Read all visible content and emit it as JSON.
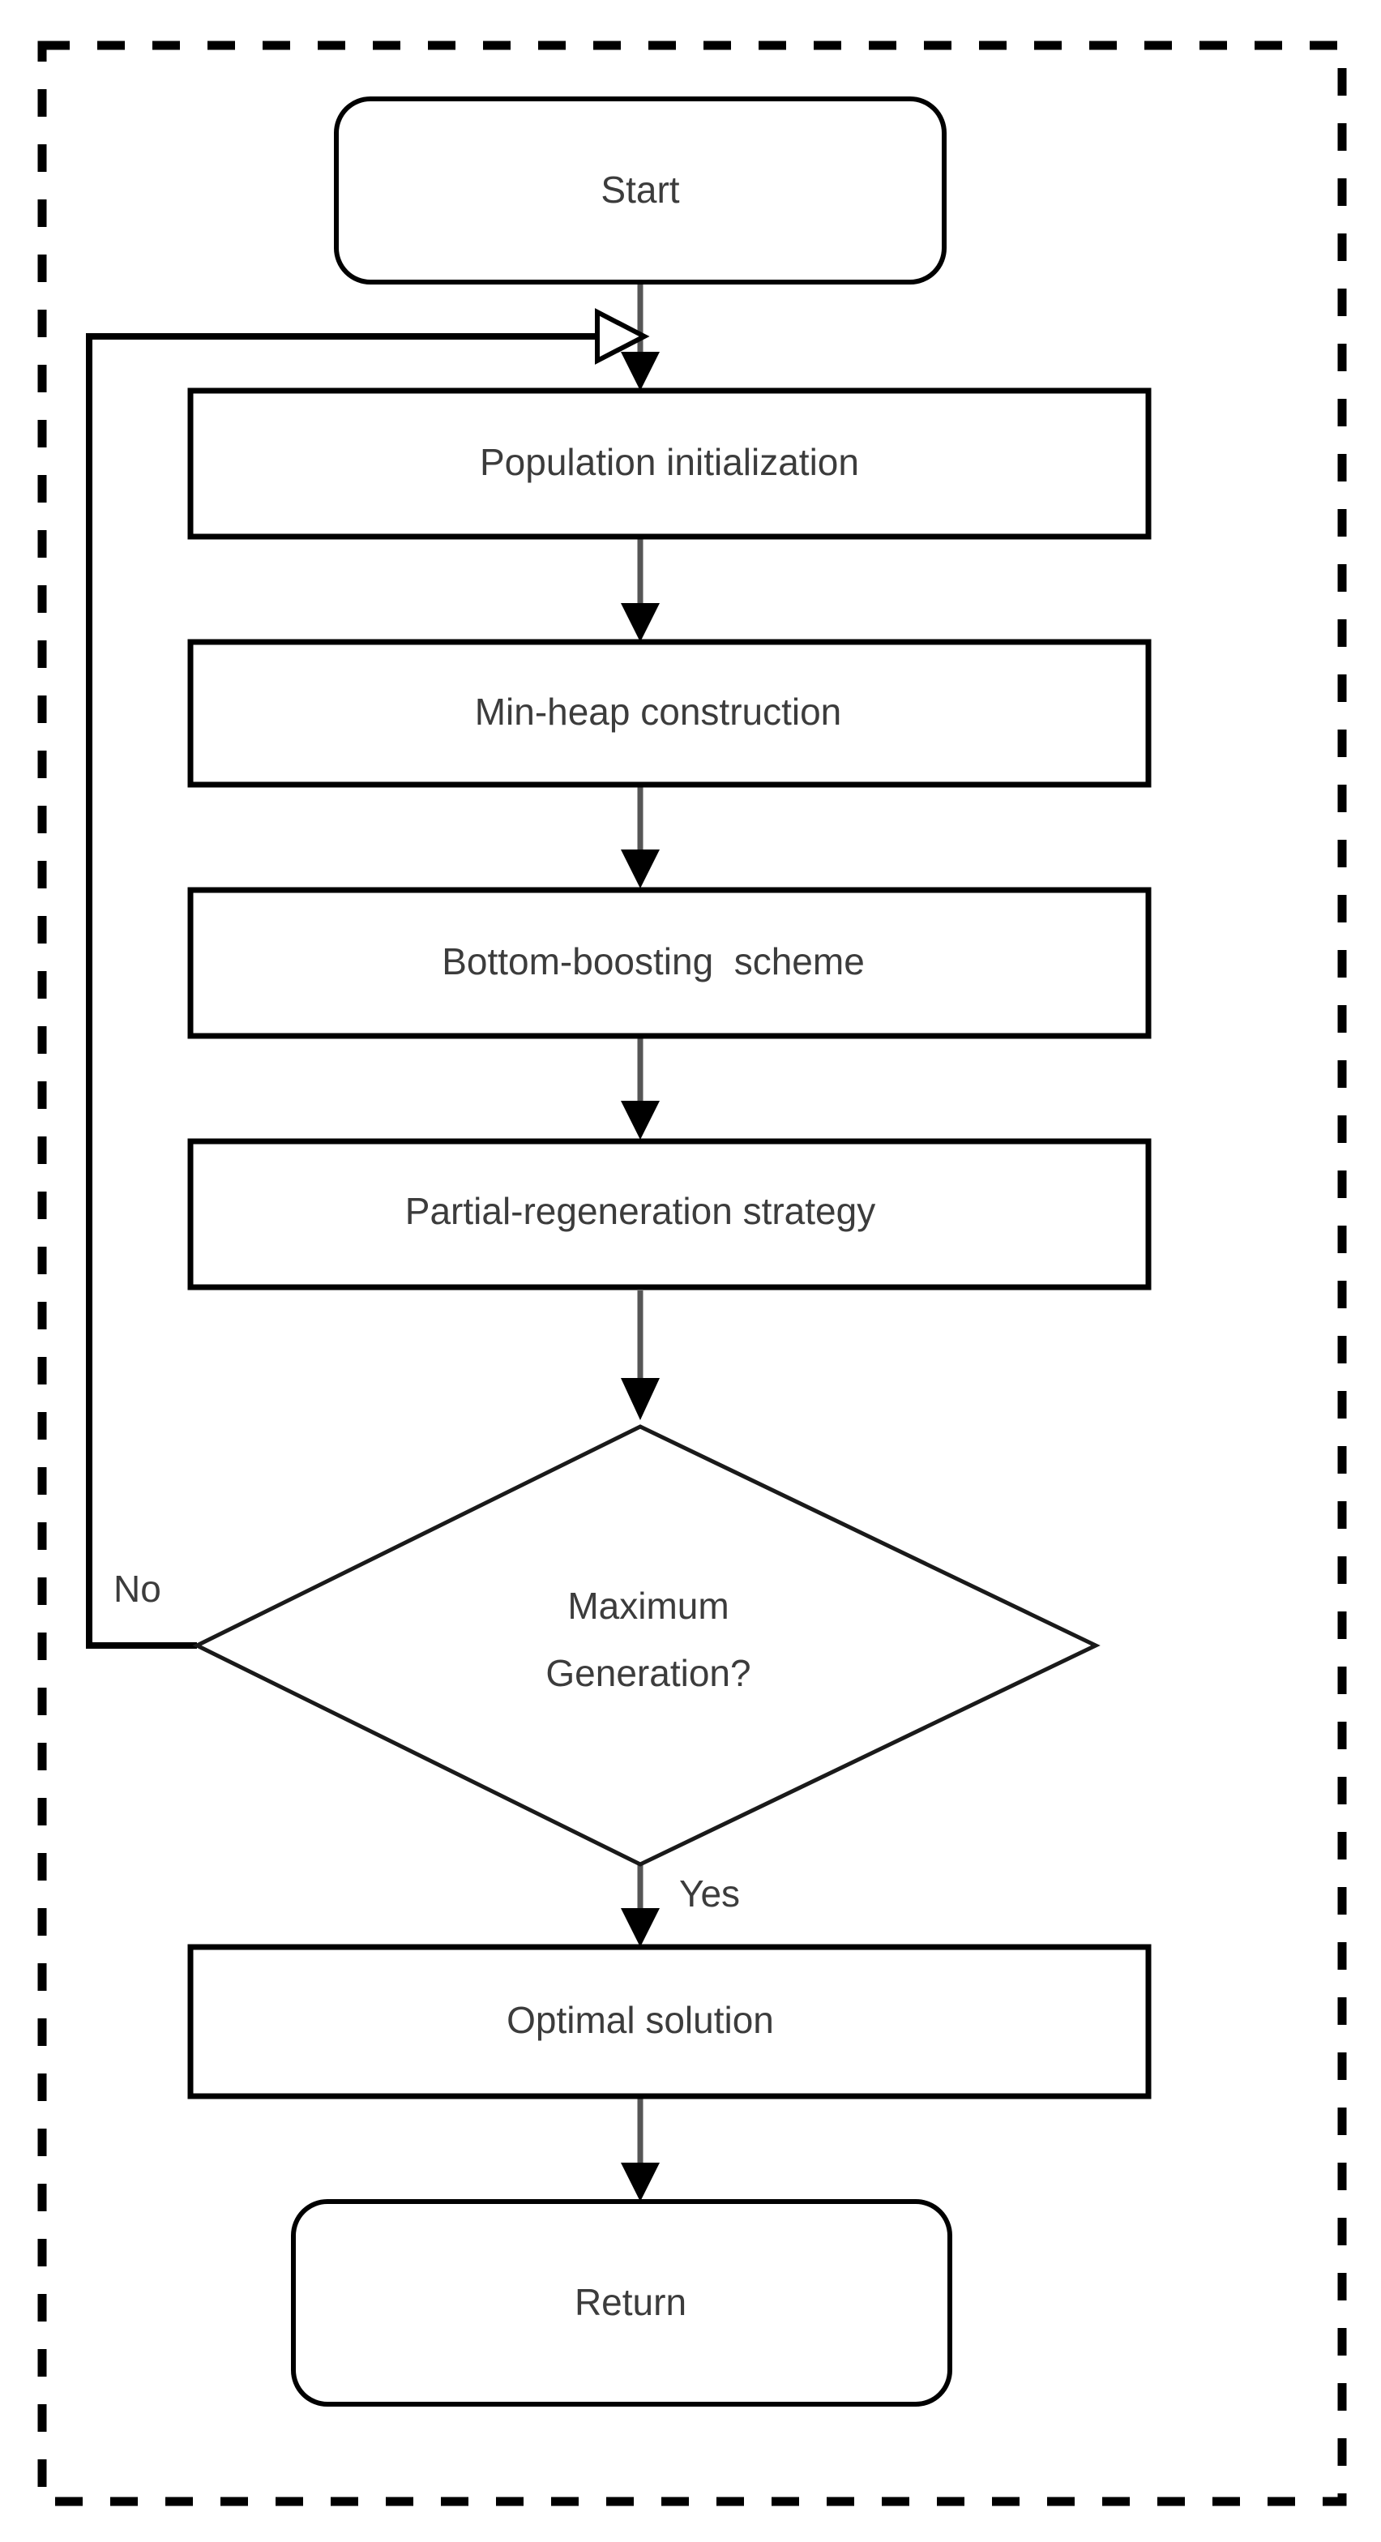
{
  "diagram": {
    "title": "Algorithm flowchart",
    "type": "flowchart",
    "background_color": "#ffffff",
    "line_color": "#565656",
    "border_color": "#000000",
    "text_color": "#3c3c3c",
    "outer_border": {
      "style": "dashed",
      "label": "outer-dashed-boundary"
    },
    "nodes": [
      {
        "id": "start",
        "label": "Start",
        "shape": "rounded-terminator"
      },
      {
        "id": "pop",
        "label": "Population initialization",
        "shape": "rectangle"
      },
      {
        "id": "heap",
        "label": "Min-heap construction",
        "shape": "rectangle"
      },
      {
        "id": "boost",
        "label": "Bottom-boosting  scheme",
        "shape": "rectangle"
      },
      {
        "id": "regen",
        "label": "Partial-regeneration strategy",
        "shape": "rectangle"
      },
      {
        "id": "dec1",
        "label": "Maximum",
        "shape": "diamond"
      },
      {
        "id": "dec2",
        "label": "Generation?",
        "shape": "diamond"
      },
      {
        "id": "optimal",
        "label": "Optimal solution",
        "shape": "rectangle"
      },
      {
        "id": "return",
        "label": "Return",
        "shape": "rounded-terminator"
      }
    ],
    "edge_labels": {
      "no": "No",
      "yes": "Yes"
    }
  }
}
